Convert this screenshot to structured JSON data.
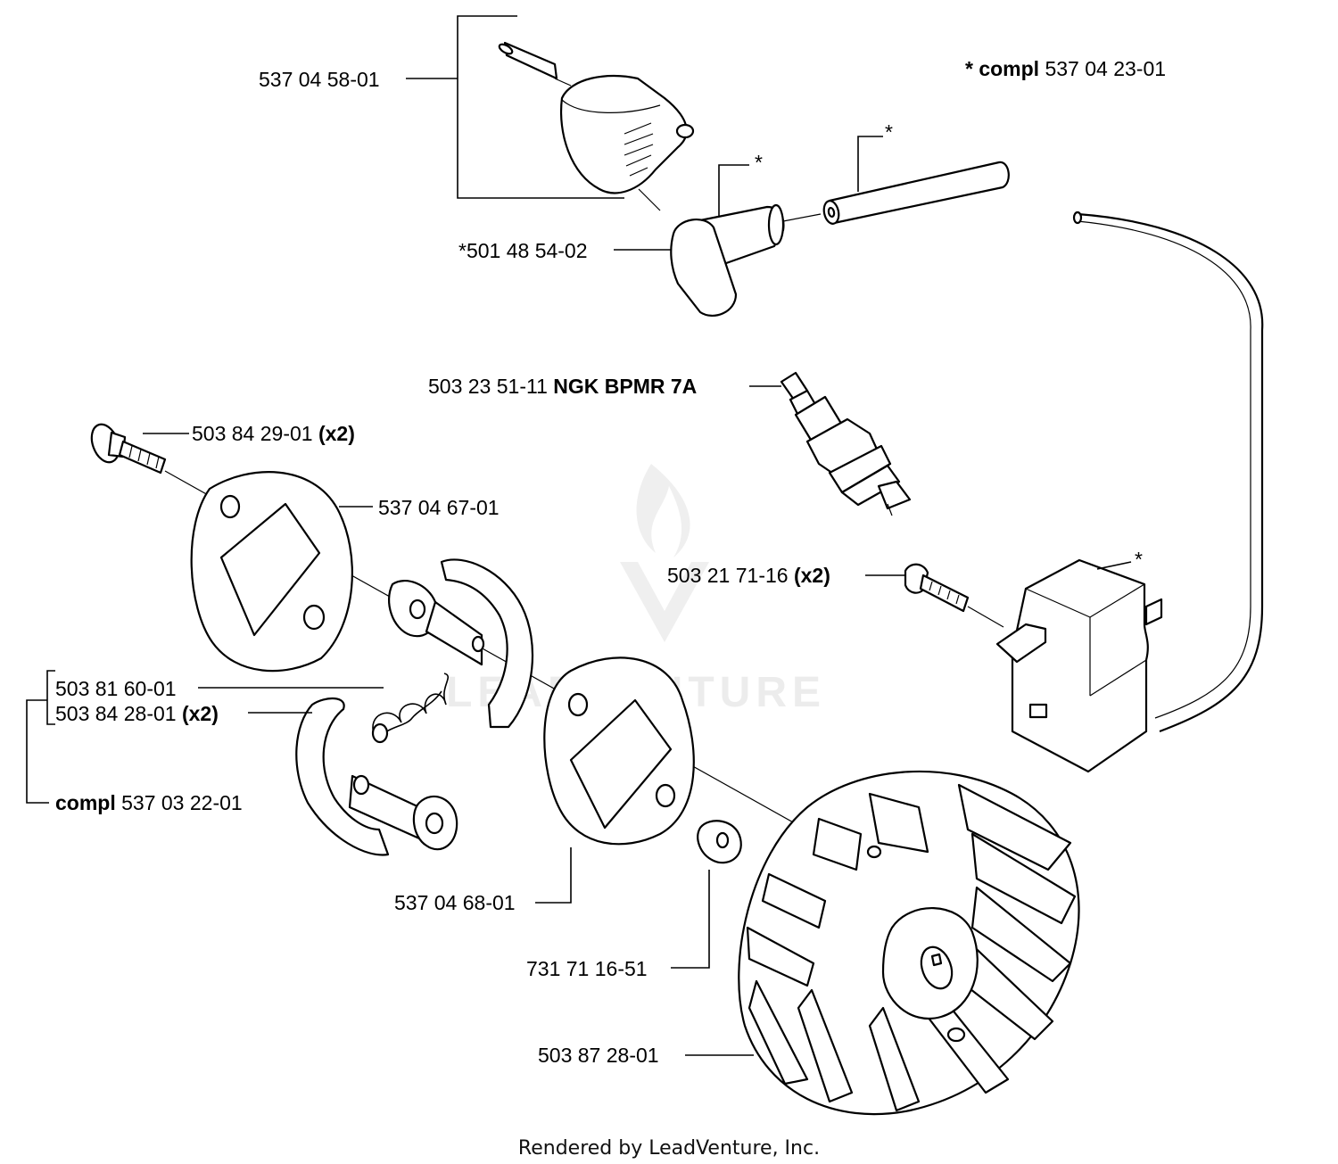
{
  "labels": {
    "compl_top_prefix": "* ",
    "compl_top_bold": "compl",
    "compl_top_num": " 537 04 23-01",
    "cap": "537 04 58-01",
    "boot": "*501 48 54-02",
    "star1": "*",
    "star2": "*",
    "star3": "*",
    "plug_num": "503 23 51-11 ",
    "plug_bold": "NGK BPMR 7A",
    "bolt_num": "503 84 29-01 ",
    "bolt_qty": "(x2)",
    "plate_top": "537 04 67-01",
    "screw_num": "503 21 71-16 ",
    "screw_qty": "(x2)",
    "spring": "503 81 60-01",
    "shoe_num": "503 84 28-01 ",
    "shoe_qty": "(x2)",
    "clutch_bold": "compl",
    "clutch_num": " 537 03 22-01",
    "plate_bottom": "537 04 68-01",
    "washer": "731 71 16-51",
    "flywheel": "503 87 28-01"
  },
  "footer": "Rendered by LeadVenture, Inc.",
  "watermark": "LEADVENTURE",
  "icons": {
    "watermark_logo": "flame-v-logo-icon"
  },
  "colors": {
    "line": "#000000",
    "background": "#ffffff",
    "watermark": "#ececec"
  }
}
